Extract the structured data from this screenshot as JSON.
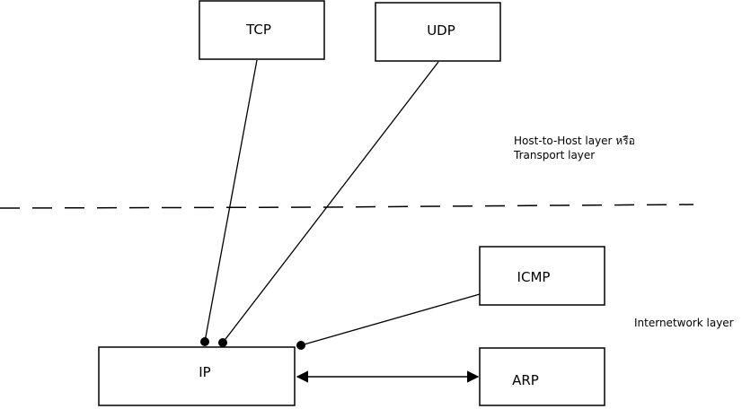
{
  "boxes": {
    "tcp": "TCP",
    "udp": "UDP",
    "icmp": "ICMP",
    "ip": "IP",
    "arp": "ARP"
  },
  "labels": {
    "host_to_host_line1": "Host-to-Host layer หรือ",
    "host_to_host_line2": "Transport layer",
    "internetwork": "Internetwork layer"
  }
}
